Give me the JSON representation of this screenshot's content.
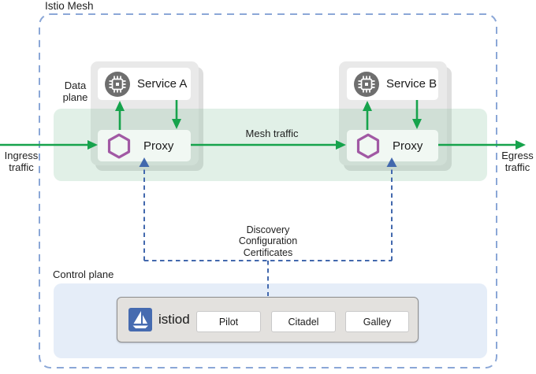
{
  "diagram": {
    "mesh_label": "Istio Mesh",
    "data_plane": {
      "line1": "Data",
      "line2": "plane"
    },
    "control_plane_label": "Control plane",
    "ingress": {
      "line1": "Ingress",
      "line2": "traffic"
    },
    "egress": {
      "line1": "Egress",
      "line2": "traffic"
    },
    "mesh_traffic_label": "Mesh traffic",
    "discovery": {
      "line1": "Discovery",
      "line2": "Configuration",
      "line3": "Certificates"
    },
    "services": [
      {
        "name": "Service A"
      },
      {
        "name": "Service B"
      }
    ],
    "proxies": [
      {
        "name": "Proxy"
      },
      {
        "name": "Proxy"
      }
    ],
    "istiod": {
      "name": "istiod",
      "components": [
        "Pilot",
        "Citadel",
        "Galley"
      ]
    }
  },
  "icons": {
    "service": "chip-icon",
    "proxy": "hexagon-envoy-icon",
    "istiod": "istio-sail-icon"
  },
  "colors": {
    "traffic_green": "#16a34c",
    "data_plane_band": "#e1f0e7",
    "control_plane_band": "#e5edf8",
    "mesh_border_blue": "#8ba7d7",
    "control_line_blue": "#4268ad",
    "proxy_purple": "#a159a4",
    "istio_blue": "#466bb0",
    "pod_gray": "#e9e9e9",
    "text": "#1f1f1f"
  }
}
